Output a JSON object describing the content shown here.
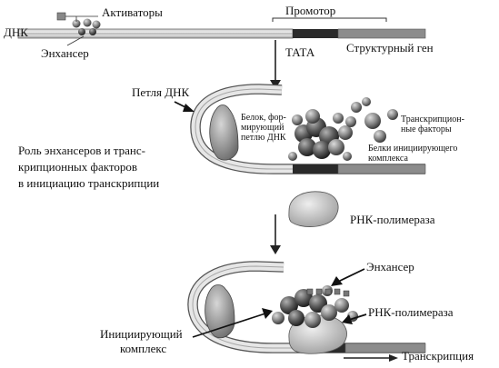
{
  "labels": {
    "dna": "ДНК",
    "activators": "Активаторы",
    "enhancer_top": "Энхансер",
    "promoter": "Промотор",
    "tata": "ТАТА",
    "structural_gene": "Структурный ген",
    "dna_loop": "Петля ДНК",
    "loop_protein": [
      "Белок, фор-",
      "мирующий",
      "петлю ДНК"
    ],
    "tf": [
      "Транскрипцион-",
      "ные факторы"
    ],
    "init_proteins": [
      "Белки инициирующего",
      "комплекса"
    ],
    "caption": [
      "Роль энхансеров и транс-",
      "крипционных факторов",
      "в инициацию транскрипции"
    ],
    "rna_pol_mid": "РНК-полимераза",
    "enhancer_bottom": "Энхансер",
    "rna_pol_bottom": "РНК-полимераза",
    "init_complex": [
      "Инициирующий",
      "комплекс"
    ],
    "transcription": "Транскрипция"
  },
  "icons": [
    "arrow-down-icon",
    "arrow-right-icon",
    "pointer-arrow-icon"
  ]
}
